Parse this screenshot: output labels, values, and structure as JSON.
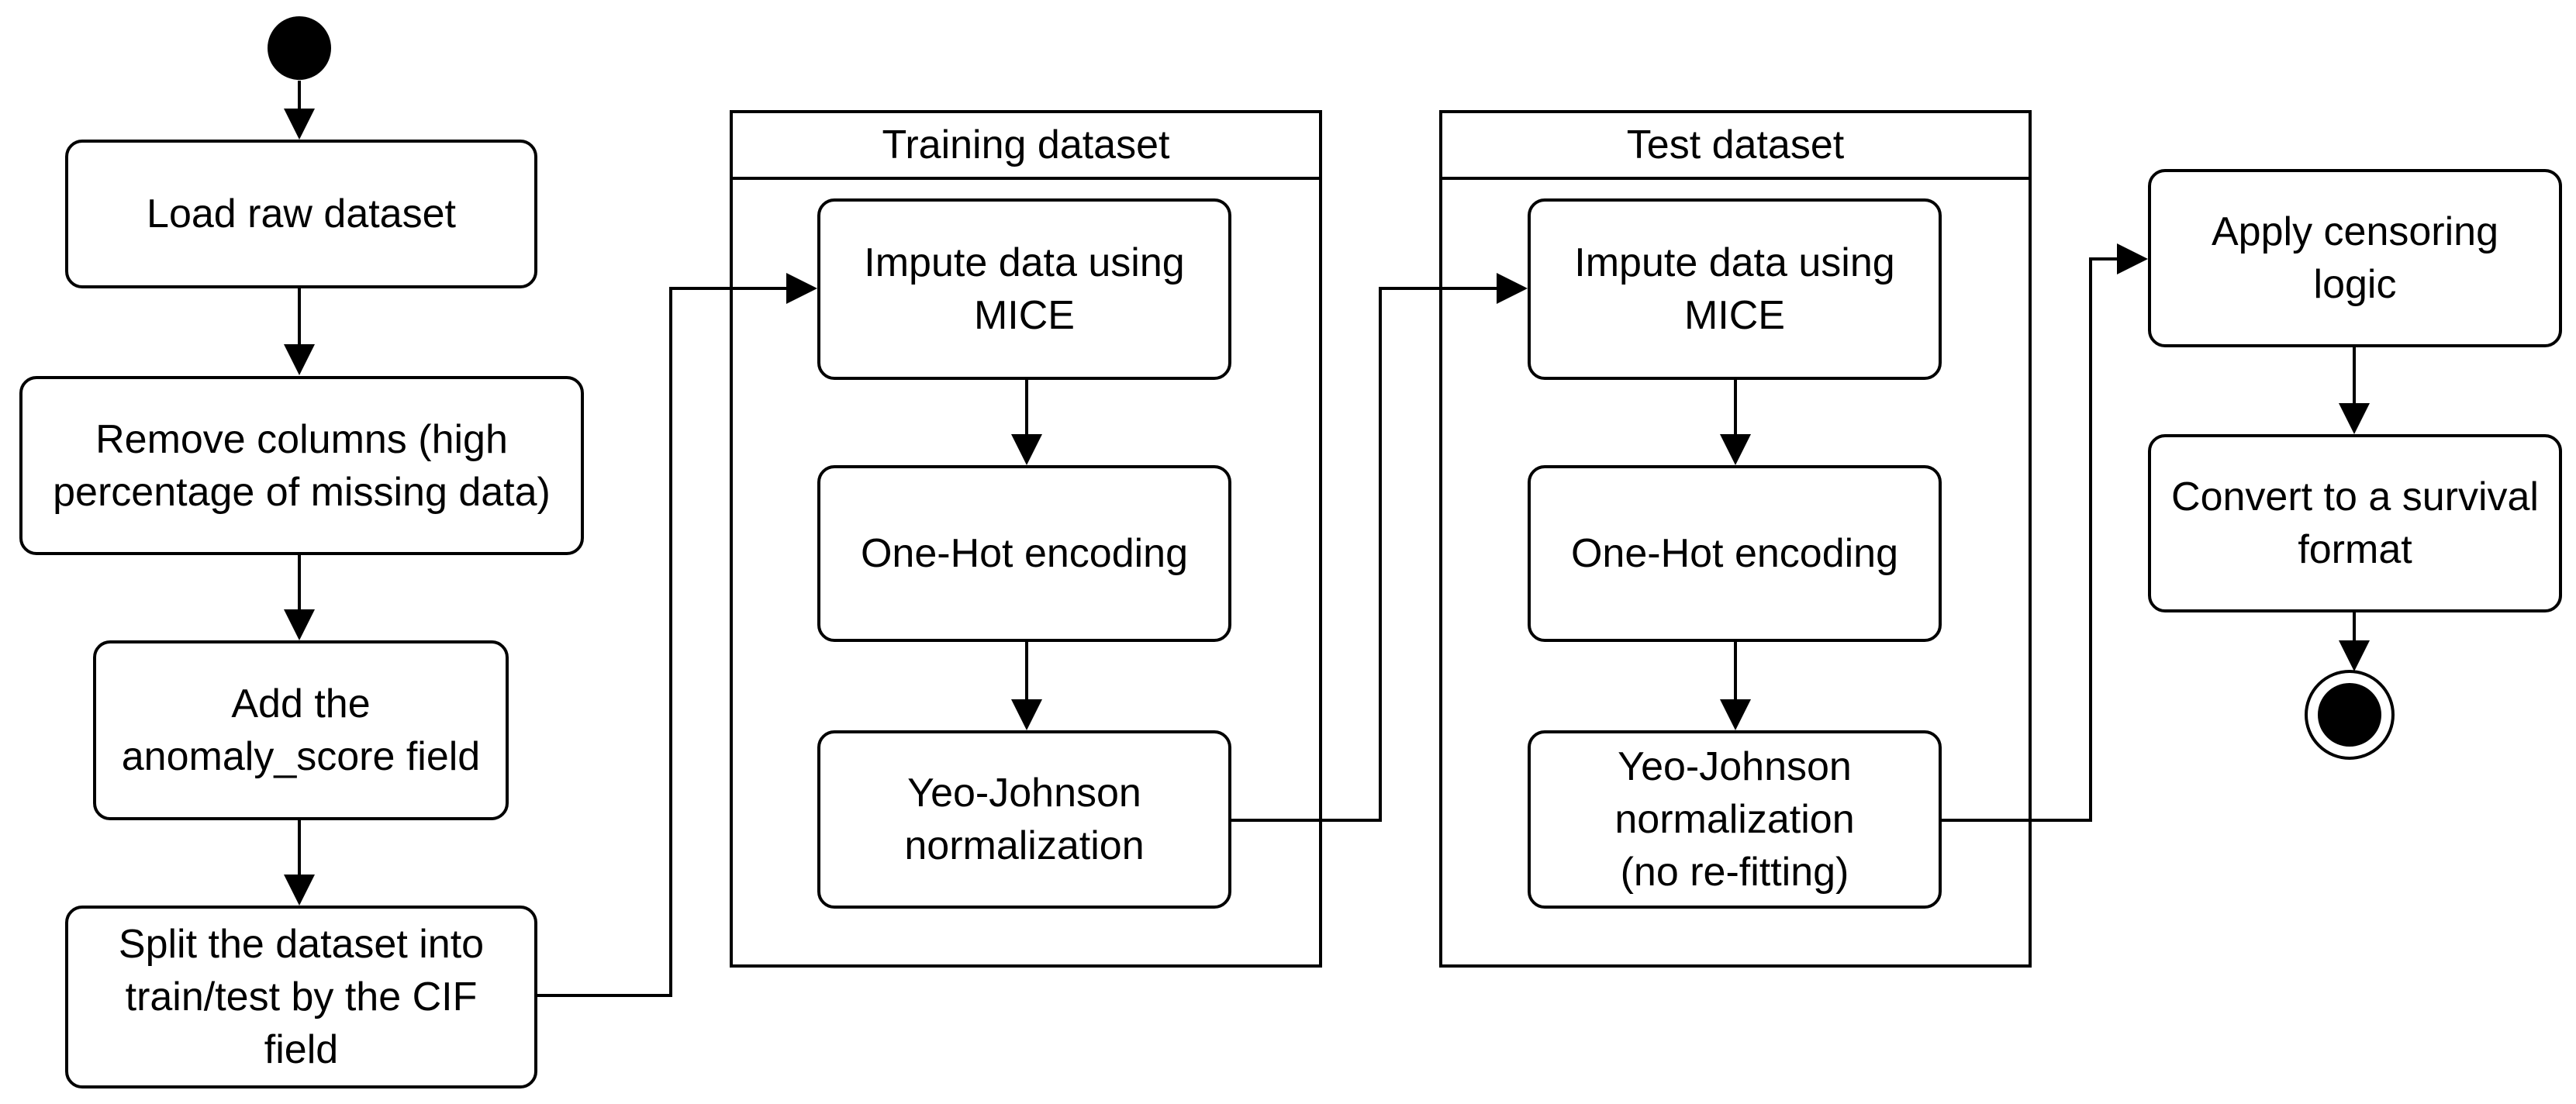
{
  "diagram": {
    "lanes": {
      "training": {
        "title": "Training dataset"
      },
      "test": {
        "title": "Test dataset"
      }
    },
    "nodes": {
      "load": "Load raw dataset",
      "remove": "Remove columns (high\npercentage of missing data)",
      "add": "Add the\nanomaly_score field",
      "split": "Split the dataset into\ntrain/test by the CIF\nfield",
      "train_impute": "Impute data using\nMICE",
      "train_onehot": "One-Hot encoding",
      "train_yeo": "Yeo-Johnson\nnormalization",
      "test_impute": "Impute data using\nMICE",
      "test_onehot": "One-Hot encoding",
      "test_yeo": "Yeo-Johnson\nnormalization\n(no re-fitting)",
      "censor": "Apply censoring\nlogic",
      "convert": "Convert to a survival\nformat"
    },
    "colors": {
      "stroke": "#000000",
      "fill": "#ffffff",
      "text": "#000000"
    }
  }
}
